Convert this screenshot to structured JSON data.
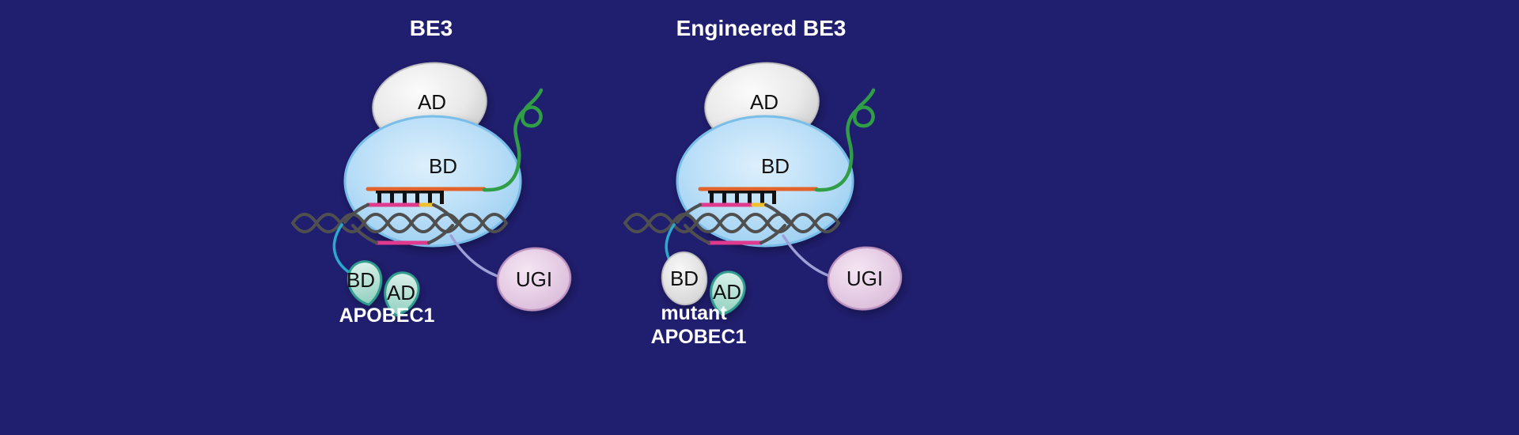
{
  "figure": {
    "background_color": "#201e6e",
    "panels": [
      {
        "title": "BE3",
        "ad_domain_label": "AD",
        "bd_domain_label": "BD",
        "apobec_bd_label": "BD",
        "apobec_ad_label": "AD",
        "apobec_name_line1": "APOBEC1",
        "apobec_name_line2": "",
        "ugi_label": "UGI"
      },
      {
        "title": "Engineered BE3",
        "ad_domain_label": "AD",
        "bd_domain_label": "BD",
        "apobec_bd_label": "BD",
        "apobec_ad_label": "AD",
        "apobec_name_line1": "mutant",
        "apobec_name_line2": "APOBEC1",
        "ugi_label": "UGI"
      }
    ],
    "colors": {
      "cas9_body_blue": "#b5dcf6",
      "ad_domain_gray": "#e4e4e4",
      "sgRNA_green": "#2f9e46",
      "spacer_orange": "#e2622b",
      "target_strand_pink": "#e03a8e",
      "pam_yellow": "#f0c02f",
      "dna_gray": "#4f4f4f",
      "apobec_teal": "#93d2c2",
      "ugi_pink": "#e3c7e1",
      "linker_cyan": "#2ba8cc",
      "linker_purple": "#9f9fd8",
      "basepair_black": "#111111"
    }
  }
}
